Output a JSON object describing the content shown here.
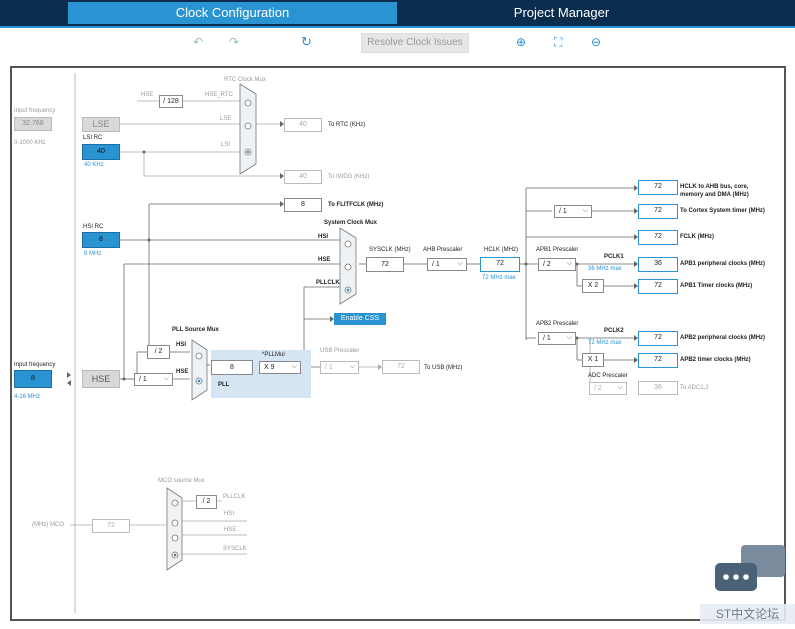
{
  "tabs": [
    {
      "label": "Clock Configuration",
      "active": true
    },
    {
      "label": "Project Manager",
      "active": false
    }
  ],
  "toolbar": {
    "undo": "↶",
    "redo": "↷",
    "refresh": "↻",
    "resolve": "Resolve Clock Issues",
    "zoom_in": "⊕",
    "fit": "⛶",
    "zoom_out": "⊖"
  },
  "lse": {
    "freq_label": "Input frequency",
    "freq_value": "32.768",
    "range": "0-1000 KHz",
    "name": "LSE"
  },
  "lsi": {
    "name": "LSI RC",
    "value": "40",
    "unit": "40 KHz"
  },
  "rtc": {
    "mux_title": "RTC Clock Mux",
    "hse_div": "/ 128",
    "hse_rtc": "HSE_RTC",
    "lse": "LSE",
    "lsi": "LSI",
    "value": "40",
    "dest": "To RTC (KHz)"
  },
  "iwdg": {
    "value": "40",
    "dest": "To IWDG (KHz)"
  },
  "flit": {
    "value": "8",
    "dest": "To FLITFCLK (MHz)"
  },
  "hsi": {
    "name": "HSI RC",
    "value": "8",
    "unit": "8 MHz"
  },
  "sysmux": {
    "title": "System Clock Mux",
    "hsi": "HSI",
    "hse": "HSE",
    "pllclk": "PLLCLK",
    "enable_css": "Enable CSS"
  },
  "sysclk": {
    "label": "SYSCLK (MHz)",
    "value": "72"
  },
  "ahb": {
    "label": "AHB Prescaler",
    "value": "/ 1"
  },
  "hclk": {
    "label": "HCLK (MHz)",
    "value": "72",
    "max": "72 MHz max"
  },
  "apb1": {
    "label": "APB1 Prescaler",
    "value": "/ 2",
    "pclk": "PCLK1",
    "max": "36 MHz max",
    "periph_value": "36",
    "periph_dest": "APB1 peripheral clocks (MHz)",
    "timer_mult": "X 2",
    "timer_value": "72",
    "timer_dest": "APB1 Timer clocks (MHz)"
  },
  "cortex": {
    "value": "/ 1",
    "out": "72",
    "dest": "To Cortex System timer (MHz)"
  },
  "hclk_out": {
    "value": "72",
    "dest1": "HCLK to AHB bus, core,",
    "dest2": "memory and DMA (MHz)"
  },
  "fclk": {
    "value": "72",
    "dest": "FCLK (MHz)"
  },
  "apb2": {
    "label": "APB2 Prescaler",
    "value": "/ 1",
    "pclk": "PCLK2",
    "max": "72 MHz max",
    "periph_value": "72",
    "periph_dest": "APB2 peripheral clocks (MHz)",
    "timer_mult": "X 1",
    "timer_value": "72",
    "timer_dest": "APB2 timer clocks (MHz)"
  },
  "adc": {
    "label": "ADC Prescaler",
    "value": "/ 2",
    "out": "36",
    "dest": "To ADC1,2"
  },
  "hse": {
    "freq_label": "Input frequency",
    "value": "8",
    "range": "4-16 MHz",
    "name": "HSE",
    "div": "/ 1"
  },
  "pllsrc": {
    "title": "PLL Source Mux",
    "hsi_div": "/ 2",
    "hsi": "HSI",
    "hse": "HSE"
  },
  "pll": {
    "label": "PLL",
    "value": "8",
    "mul_label": "*PLLMul",
    "mul": "X 9"
  },
  "usb": {
    "label": "USB Prescaler",
    "value": "/ 1",
    "out": "72",
    "dest": "To USB (MHz)"
  },
  "mco": {
    "title": "MCO source Mux",
    "div": "/ 2",
    "pllclk": "PLLCLK",
    "hsi": "HSI",
    "hse": "HSE",
    "sysclk": "SYSCLK",
    "label": "(MHz) MCO",
    "value": "72"
  },
  "watermark": "ST中文论坛"
}
